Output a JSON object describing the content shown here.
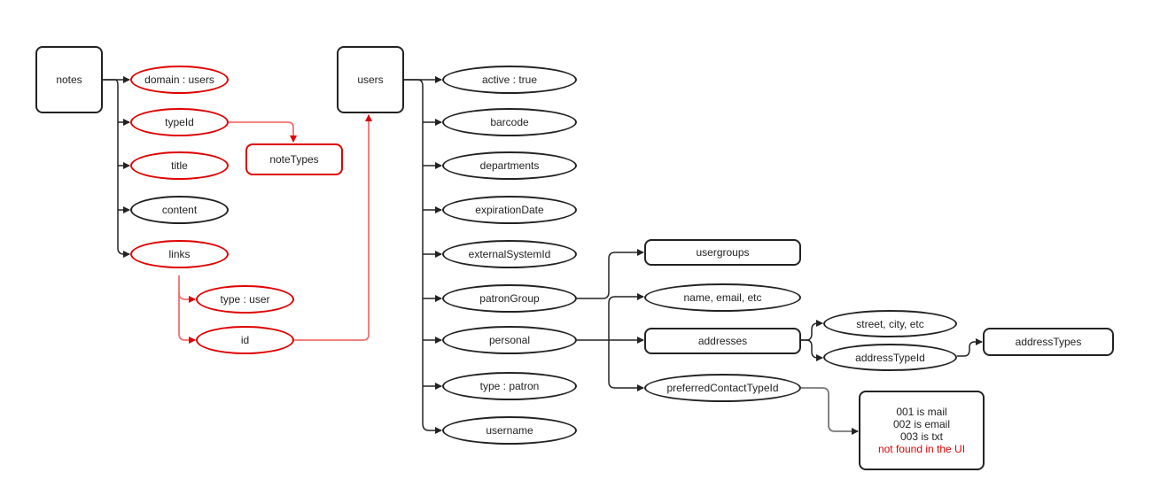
{
  "diagram": {
    "notes": {
      "label": "notes",
      "domain": "domain : users",
      "typeId": "typeId",
      "title": "title",
      "content": "content",
      "links": "links",
      "link_type": "type : user",
      "link_id": "id",
      "noteTypes": "noteTypes"
    },
    "users": {
      "label": "users",
      "active": "active : true",
      "barcode": "barcode",
      "departments": "departments",
      "expirationDate": "expirationDate",
      "externalSystemId": "externalSystemId",
      "patronGroup": "patronGroup",
      "personal": "personal",
      "type": "type : patron",
      "username": "username",
      "usergroups": "usergroups",
      "name_email": "name, email, etc",
      "addresses": "addresses",
      "preferredContactTypeId": "preferredContactTypeId",
      "street_city": "street, city, etc",
      "addressTypeId": "addressTypeId",
      "addressTypes": "addressTypes",
      "contact_note": {
        "line1": "001 is mail",
        "line2": "002 is email",
        "line3": "003 is txt",
        "warning": "not found in the UI"
      }
    }
  },
  "colors": {
    "highlight": "#e00000",
    "highlight_line": "#f07070",
    "line": "#222222",
    "grey_line": "#777777"
  }
}
